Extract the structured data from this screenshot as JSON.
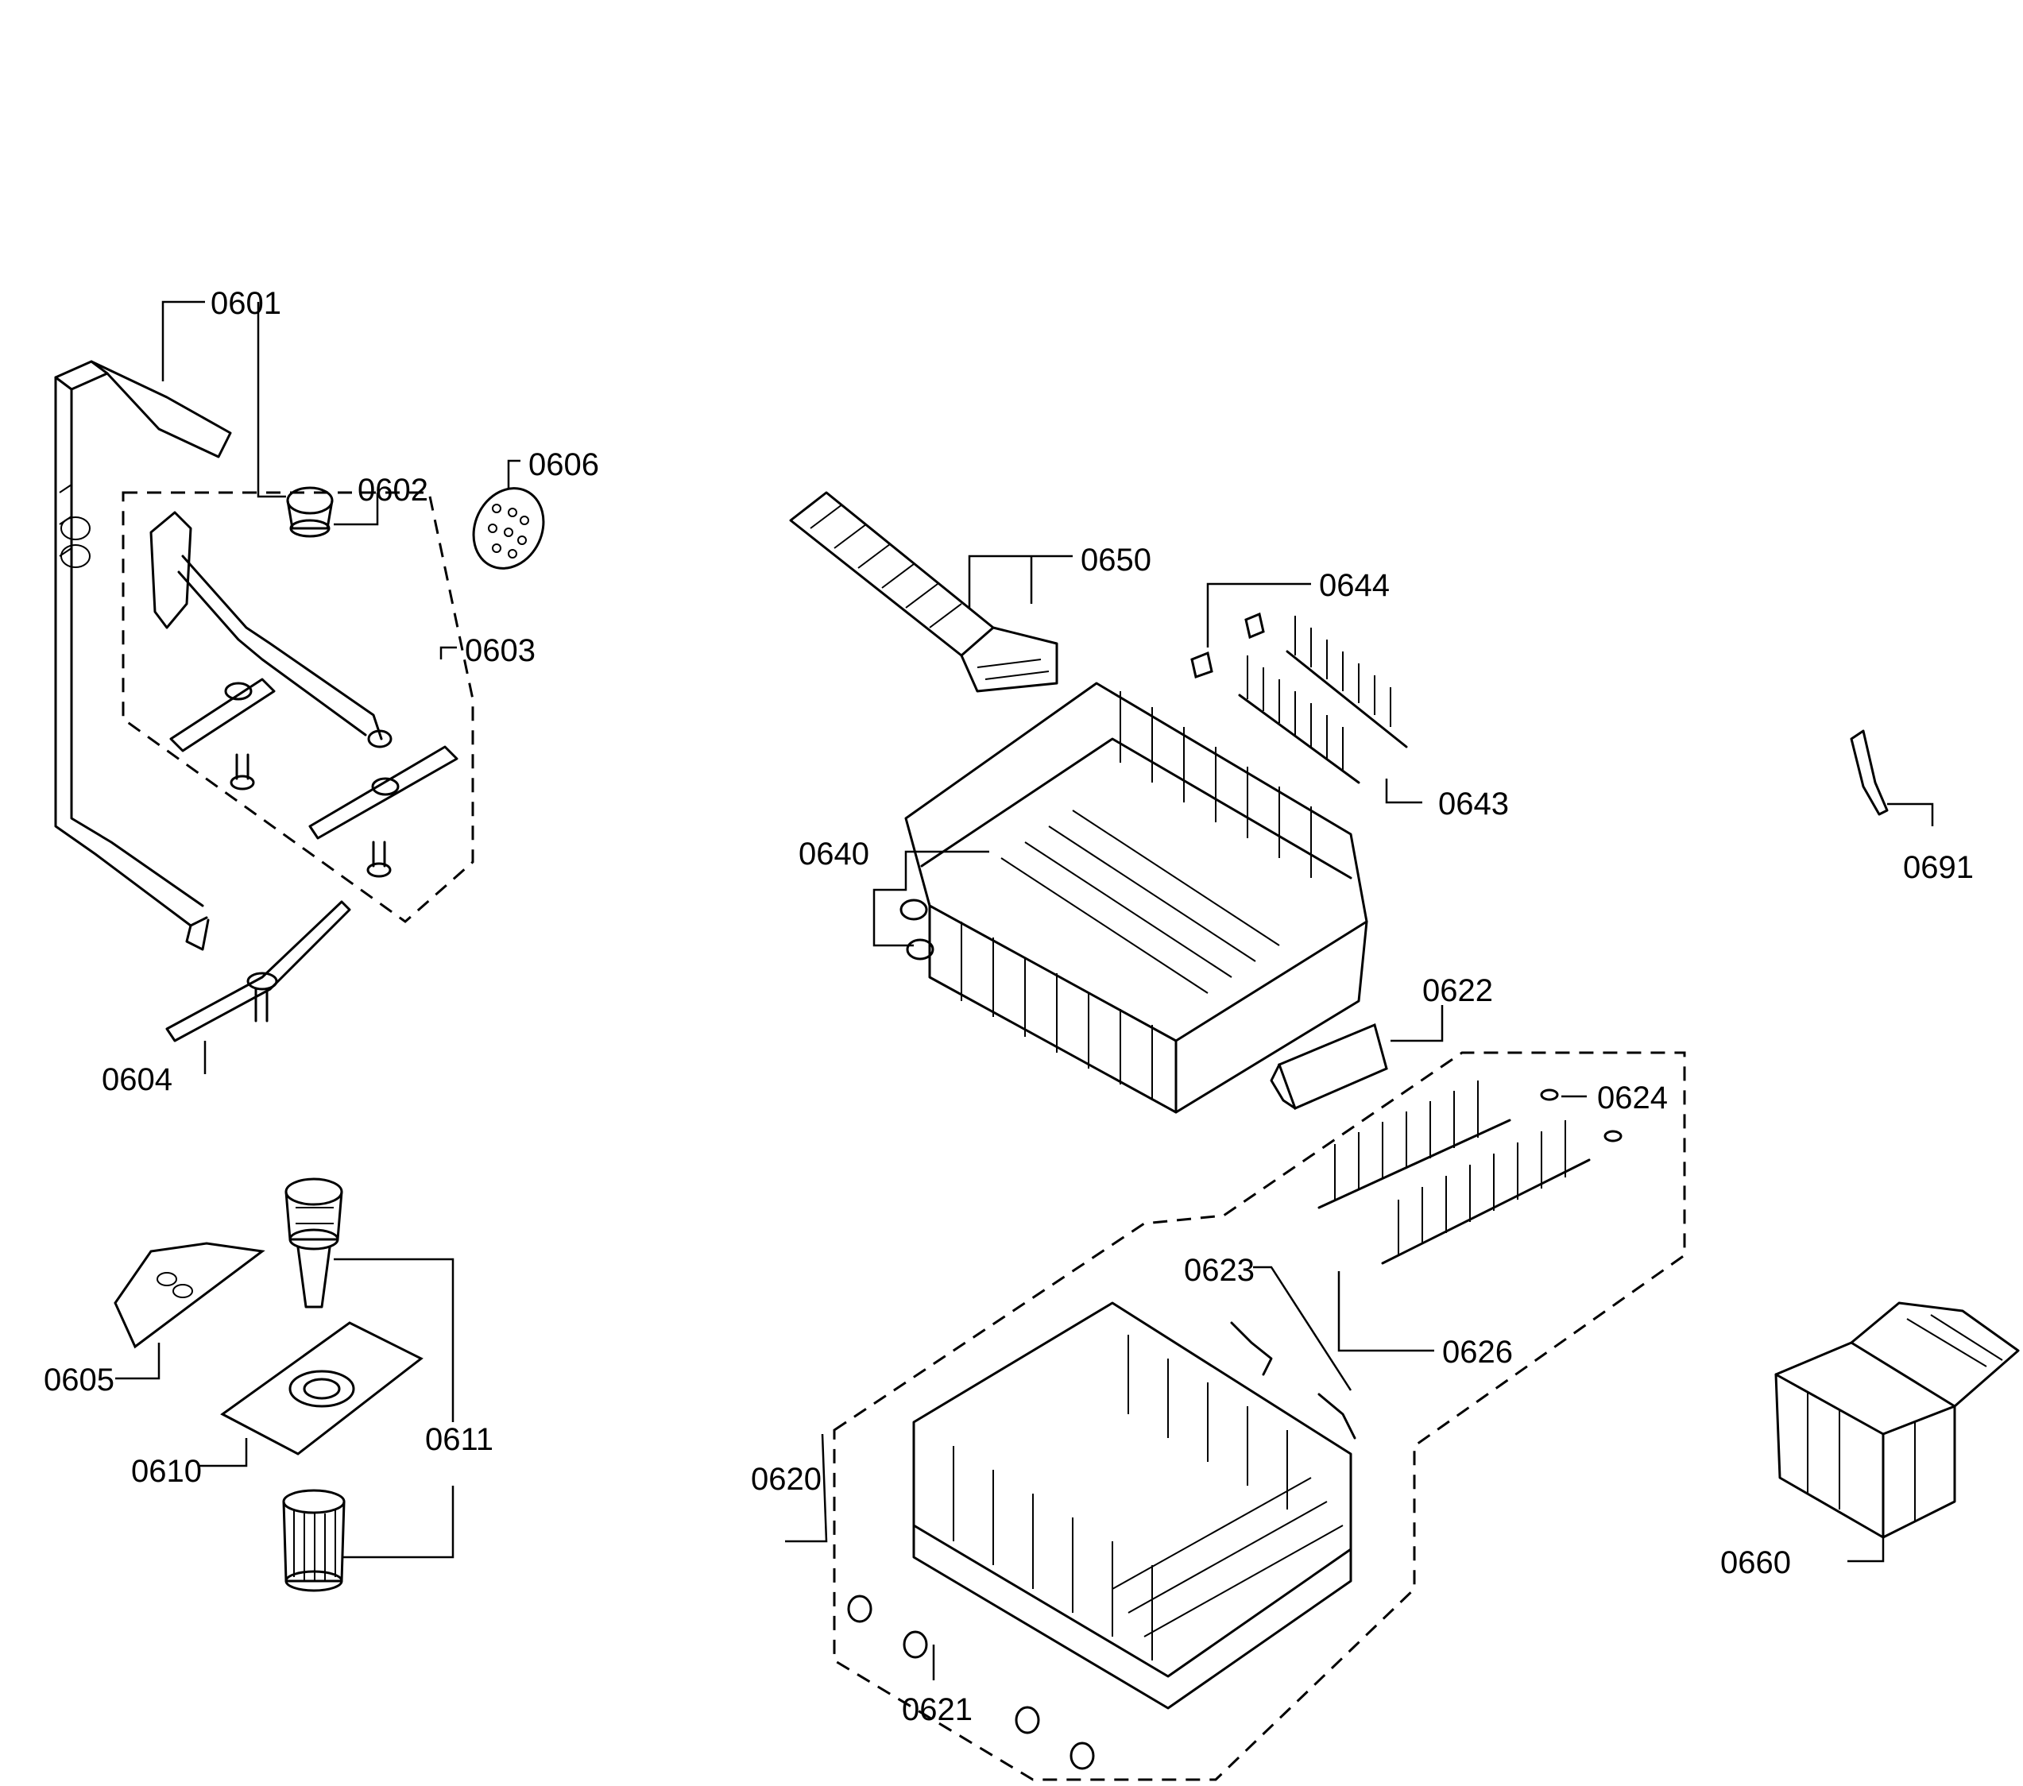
{
  "labels": {
    "p0601": "0601",
    "p0602": "0602",
    "p0603": "0603",
    "p0604": "0604",
    "p0605": "0605",
    "p0606": "0606",
    "p0610": "0610",
    "p0611": "0611",
    "p0620": "0620",
    "p0621": "0621",
    "p0622": "0622",
    "p0623": "0623",
    "p0624": "0624",
    "p0626": "0626",
    "p0640": "0640",
    "p0643": "0643",
    "p0644": "0644",
    "p0650": "0650",
    "p0660": "0660",
    "p0691": "0691"
  }
}
